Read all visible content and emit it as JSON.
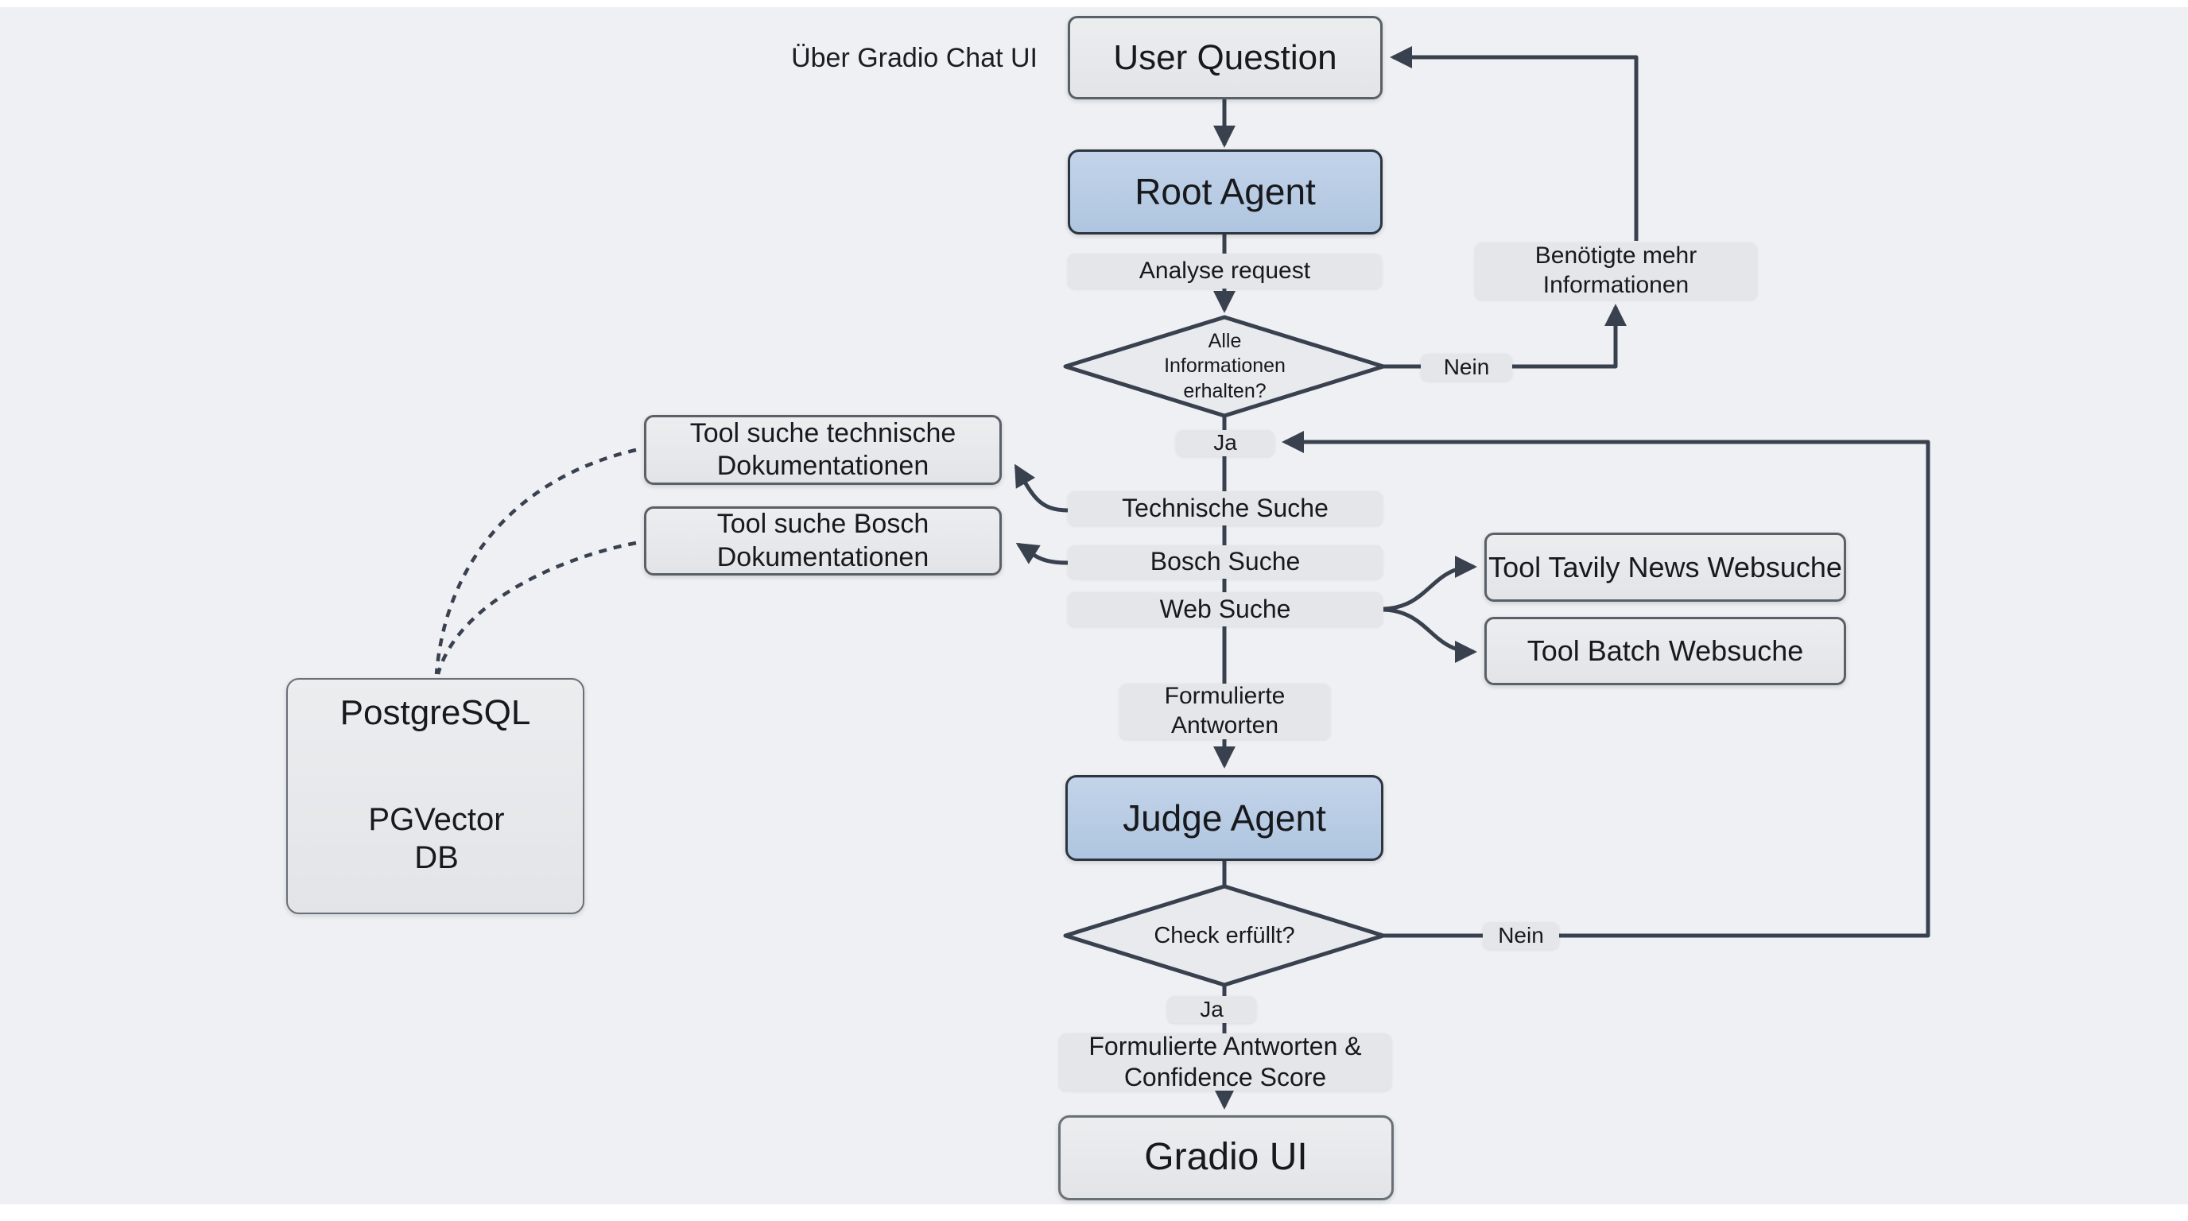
{
  "diagram": {
    "annotation": "Über Gradio Chat UI",
    "colors": {
      "background": "#eef0f3",
      "line": "#39414f",
      "agent_fill": "#b7cbe3",
      "box_fill": "#e7e9ec",
      "pill_fill": "#e4e6e9",
      "text": "#17191c"
    },
    "nodes": {
      "user_question": "User Question",
      "root_agent": "Root Agent",
      "analyse_request": "Analyse request",
      "decision_info": "Alle Informationen erhalten?",
      "nein_info": "Nein",
      "benoetigte_mehr_informationen": "Benötigte mehr Informationen",
      "ja_info": "Ja",
      "tool_technische_doku": "Tool suche technische Dokumentationen",
      "tool_bosch_doku": "Tool suche Bosch Dokumentationen",
      "technische_suche": "Technische Suche",
      "bosch_suche": "Bosch Suche",
      "web_suche": "Web Suche",
      "tool_tavily": "Tool Tavily News Websuche",
      "tool_batch": "Tool Batch Websuche",
      "formulierte_antworten": "Formulierte Antworten",
      "judge_agent": "Judge Agent",
      "decision_check": "Check erfüllt?",
      "nein_check": "Nein",
      "ja_check": "Ja",
      "formulierte_confidence": "Formulierte Antworten & Confidence Score",
      "gradio_ui": "Gradio UI",
      "postgresql": "PostgreSQL",
      "pgvector_db": "PGVector DB"
    }
  }
}
